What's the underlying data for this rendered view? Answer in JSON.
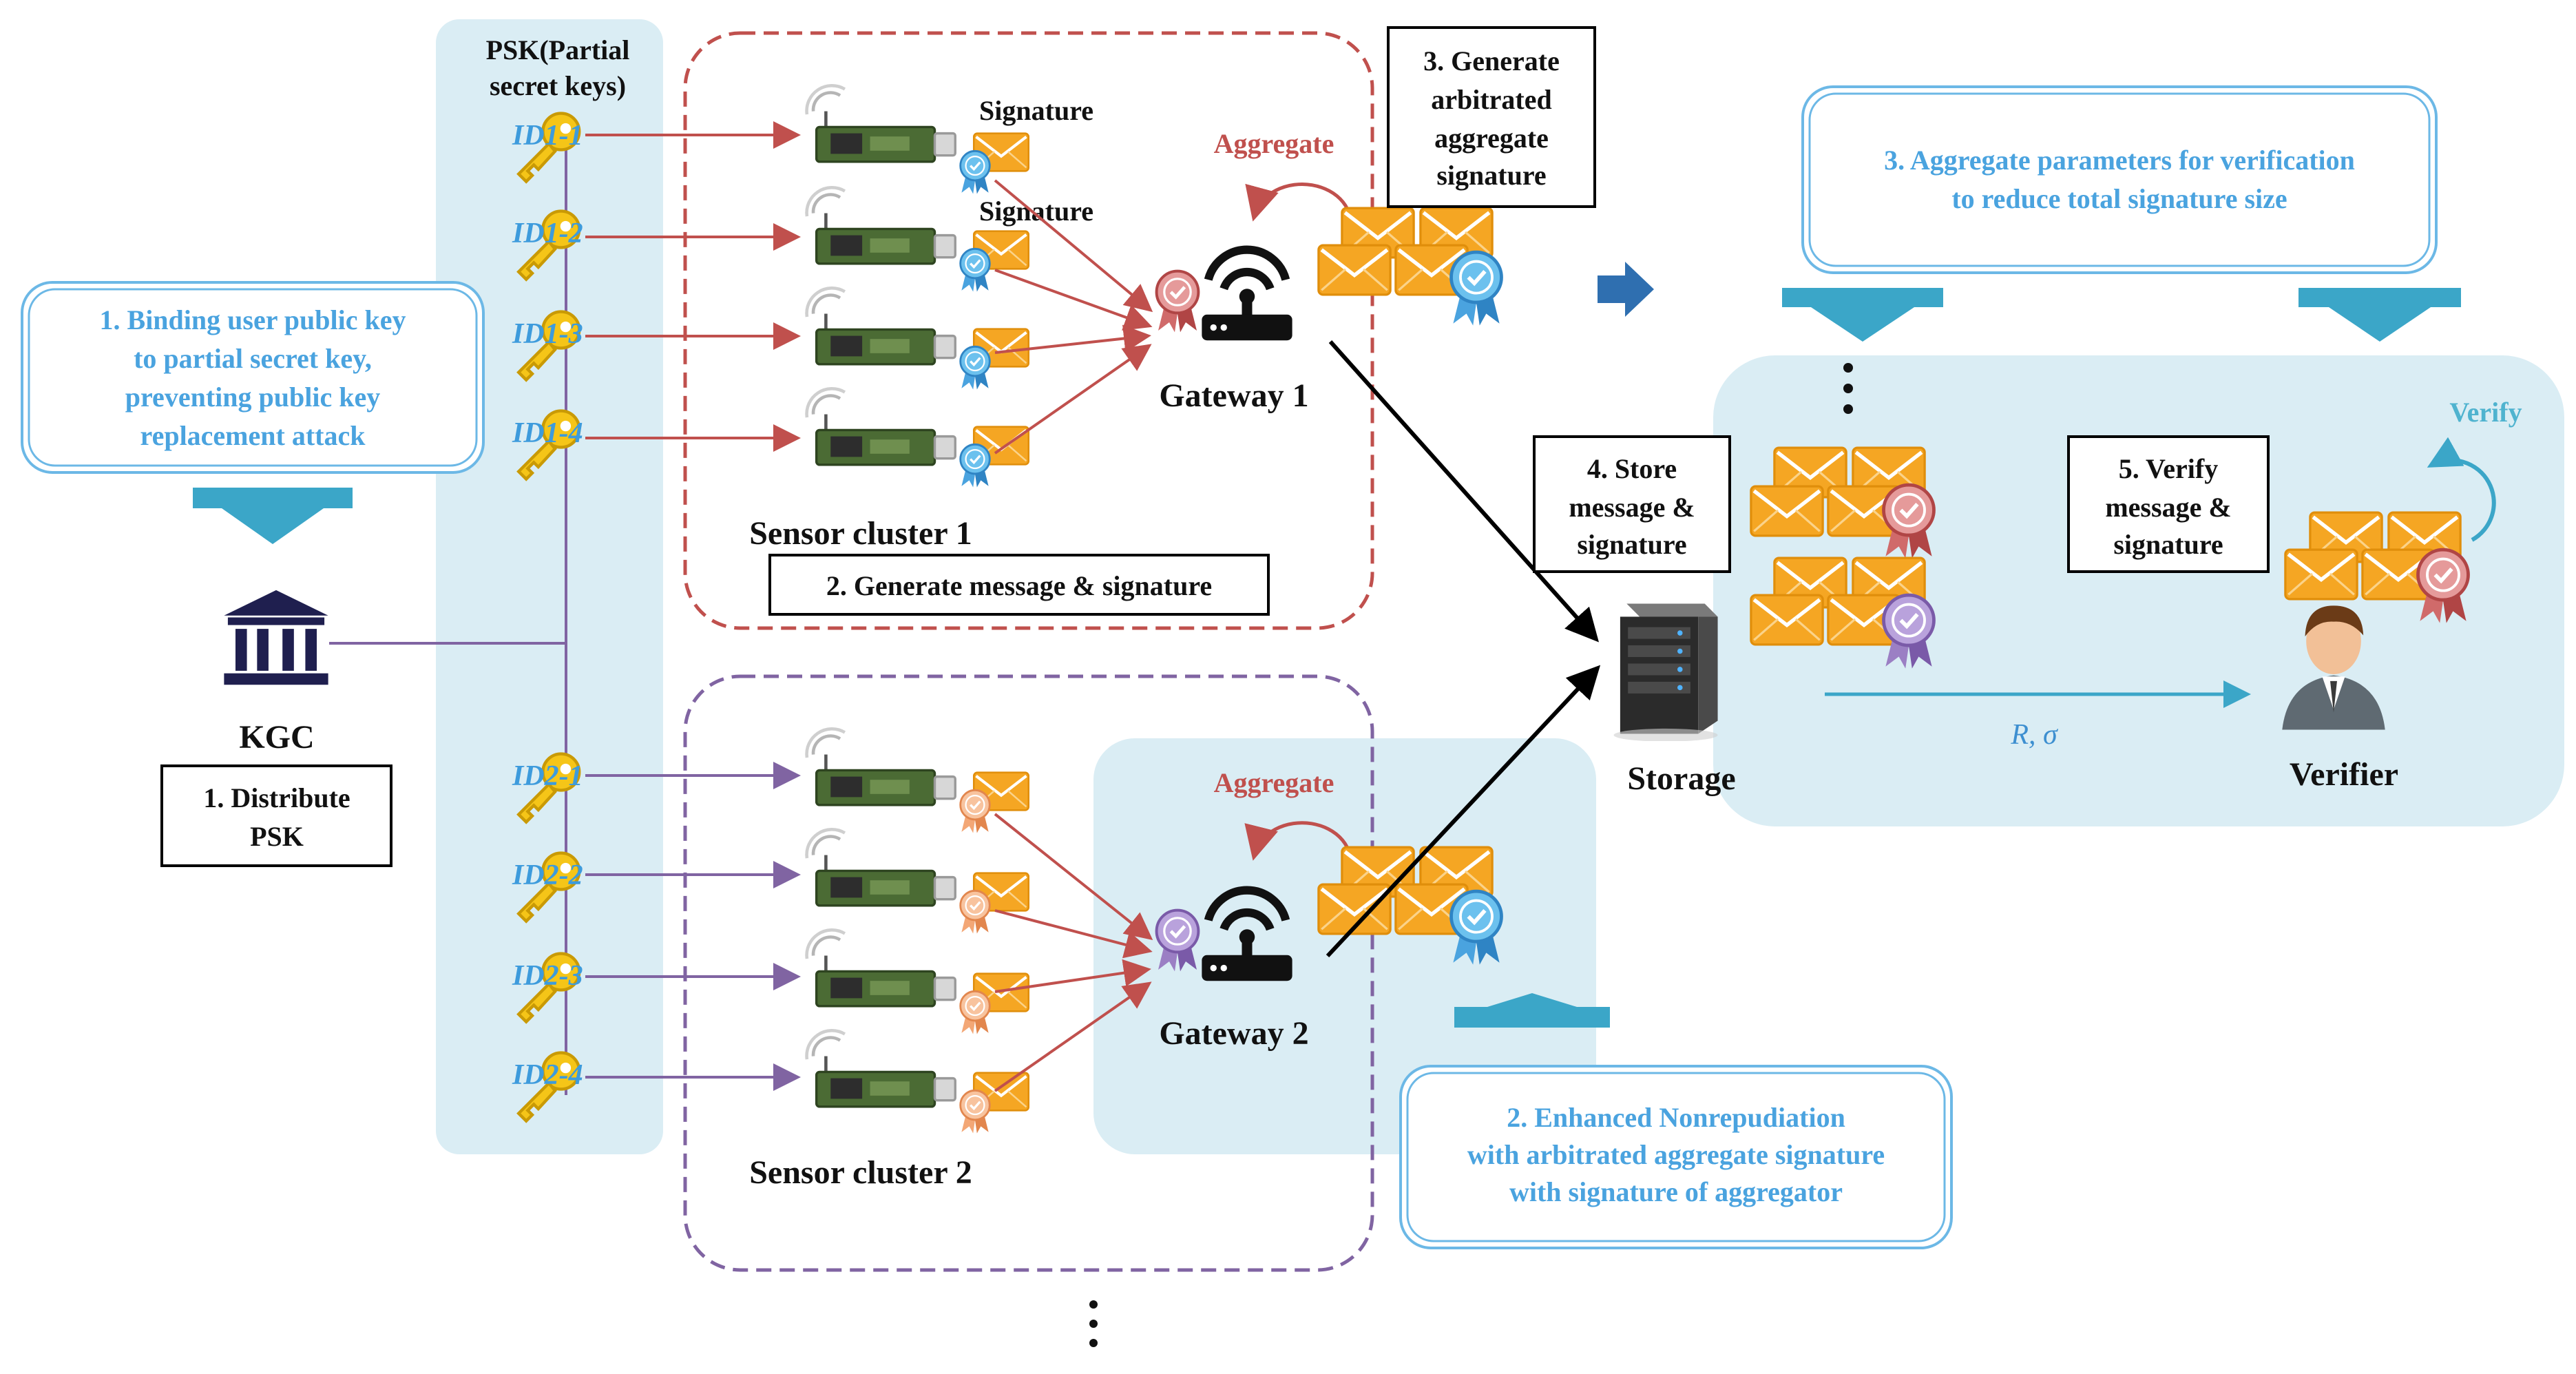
{
  "psk_panel": {
    "title_line1": "PSK(Partial",
    "title_line2": "secret keys)",
    "ids_cluster1": [
      "ID1-1",
      "ID1-2",
      "ID1-3",
      "ID1-4"
    ],
    "ids_cluster2": [
      "ID2-1",
      "ID2-2",
      "ID2-3",
      "ID2-4"
    ]
  },
  "kgc": {
    "label": "KGC",
    "step_line1": "1. Distribute",
    "step_line2": "PSK"
  },
  "binding_callout": {
    "line1": "1. Binding user public key",
    "line2": "to partial secret key,",
    "line3": "preventing public key",
    "line4": "replacement attack"
  },
  "cluster1": {
    "label": "Sensor cluster 1",
    "signature_label": "Signature",
    "step_label": "2. Generate message & signature",
    "gateway_label": "Gateway 1",
    "aggregate_label": "Aggregate"
  },
  "cluster2": {
    "label": "Sensor cluster 2",
    "gateway_label": "Gateway 2",
    "aggregate_label": "Aggregate"
  },
  "arbitrated_box": {
    "line1": "3. Generate",
    "line2": "arbitrated",
    "line3": "aggregate",
    "line4": "signature"
  },
  "aggregate_callout": {
    "line1": "3. Aggregate parameters for verification",
    "line2": "to reduce total signature size"
  },
  "nonrepudiation_callout": {
    "line1": "2. Enhanced Nonrepudiation",
    "line2": "with arbitrated aggregate signature",
    "line3": "with signature of aggregator"
  },
  "storage": {
    "label": "Storage",
    "step_line1": "4. Store",
    "step_line2": "message &",
    "step_line3": "signature"
  },
  "verifier": {
    "label": "Verifier",
    "step_line1": "5. Verify",
    "step_line2": "message &",
    "step_line3": "signature",
    "verify_label": "Verify",
    "edge_label": "R, σ"
  },
  "colors": {
    "callout_text": "#4aa3df",
    "aggregate_text": "#c0504d",
    "cluster1_border": "#c0504d",
    "cluster2_border": "#8064a2",
    "panel_fill": "#daedf4",
    "envelope": "#f5a623",
    "arrow_blue": "#3ba6c8"
  }
}
